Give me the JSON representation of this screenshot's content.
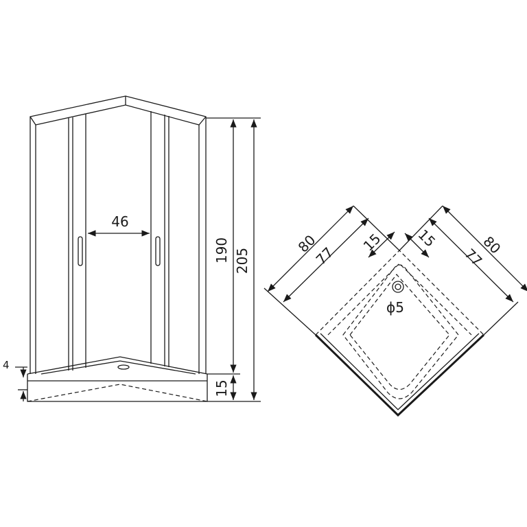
{
  "front_view": {
    "door_opening": "46",
    "enclosure_height": "190",
    "total_height": "205",
    "tray_height": "15",
    "tray_offset": "4"
  },
  "top_view": {
    "outer_width_left": "80",
    "inner_width_left": "77",
    "drain_offset_left": "15",
    "outer_width_right": "80",
    "inner_width_right": "77",
    "drain_offset_right": "15",
    "drain_diameter": "ϕ5"
  }
}
